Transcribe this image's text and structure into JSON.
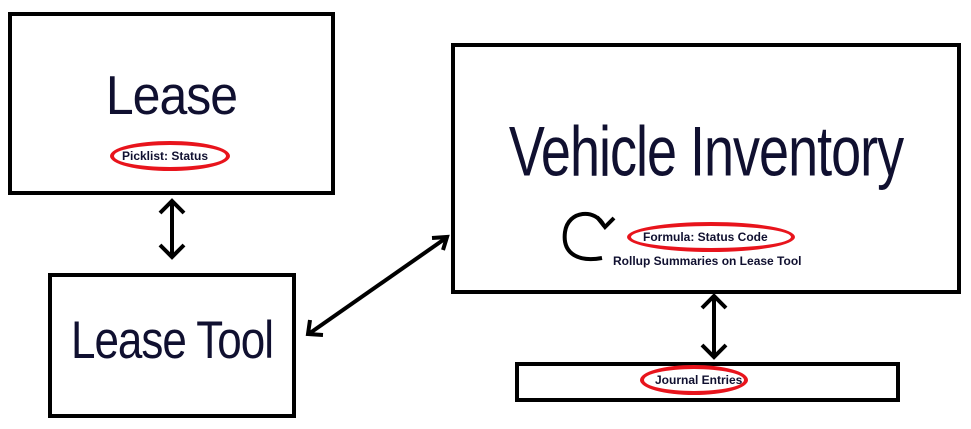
{
  "lease": {
    "title": "Lease",
    "field": "Picklist: Status"
  },
  "lease_tool": {
    "title": "Lease Tool"
  },
  "vehicle_inventory": {
    "title": "Vehicle Inventory",
    "field": "Formula: Status Code",
    "note": "Rollup Summaries on Lease Tool"
  },
  "journal": {
    "field": "Journal Entries"
  },
  "colors": {
    "highlight": "#e8141c",
    "text": "#101030"
  }
}
